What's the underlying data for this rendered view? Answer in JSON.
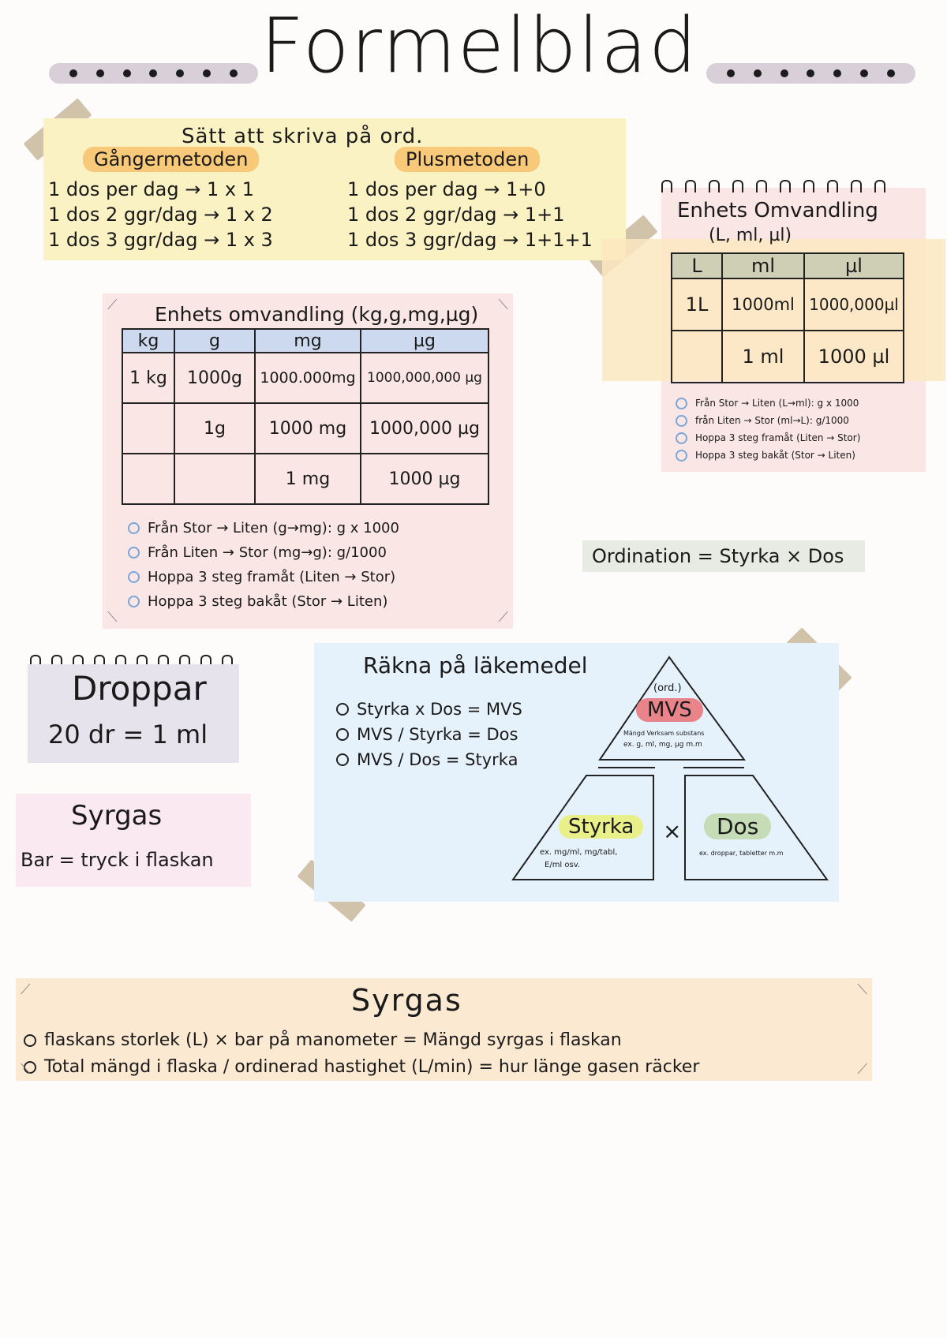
{
  "title": "Formelblad",
  "skriva": {
    "heading": "Sätt att skriva på ord.",
    "left_title": "Gångermetoden",
    "right_title": "Plusmetoden",
    "left_lines": [
      "1 dos per dag → 1 x 1",
      "1 dos 2 ggr/dag → 1 x 2",
      "1 dos 3 ggr/dag → 1 x 3"
    ],
    "right_lines": [
      "1 dos per dag → 1+0",
      "1 dos 2 ggr/dag → 1+1",
      "1 dos 3 ggr/dag → 1+1+1"
    ]
  },
  "mass": {
    "heading": "Enhets omvandling (kg,g,mg,µg)",
    "headers": [
      "kg",
      "g",
      "mg",
      "µg"
    ],
    "rows": [
      [
        "1 kg",
        "1000g",
        "1000.000mg",
        "1000,000,000 µg"
      ],
      [
        "",
        "1g",
        "1000 mg",
        "1000,000 µg"
      ],
      [
        "",
        "",
        "1 mg",
        "1000 µg"
      ]
    ],
    "bullets": [
      "Från Stor → Liten (g→mg): g x 1000",
      "Från Liten → Stor (mg→g): g/1000",
      "Hoppa 3 steg framåt (Liten → Stor)",
      "Hoppa 3 steg bakåt (Stor → Liten)"
    ]
  },
  "volume": {
    "heading": "Enhets Omvandling",
    "subheading": "(L, ml, µl)",
    "headers": [
      "L",
      "ml",
      "µl"
    ],
    "rows": [
      [
        "1L",
        "1000ml",
        "1000,000µl"
      ],
      [
        "",
        "1 ml",
        "1000 µl"
      ]
    ],
    "bullets": [
      "Från Stor → Liten (L→ml): g x 1000",
      "från Liten → Stor (ml→L): g/1000",
      "Hoppa 3 steg framåt (Liten → Stor)",
      "Hoppa 3 steg bakåt (Stor → Liten)"
    ]
  },
  "ordination": {
    "text": "Ordination = Styrka × Dos"
  },
  "droppar": {
    "title": "Droppar",
    "formula": "20 dr = 1 ml"
  },
  "syrgas_small": {
    "title": "Syrgas",
    "formula": "Bar = tryck i flaskan"
  },
  "rakna": {
    "heading": "Räkna på läkemedel",
    "bullets": [
      "Styrka x Dos = MVS",
      "MVS / Styrka = Dos",
      "MVS / Dos = Styrka"
    ],
    "triangle": {
      "top_note": "(ord.)",
      "top_label": "MVS",
      "top_sub1": "Mängd Verksam substans",
      "top_sub2": "ex. g, ml, mg, µg m.m",
      "left_label": "Styrka",
      "left_sub1": "ex. mg/ml, mg/tabl,",
      "left_sub2": "E/ml osv.",
      "times": "×",
      "right_label": "Dos",
      "right_sub": "ex. droppar, tabletter m.m"
    }
  },
  "syrgas_big": {
    "title": "Syrgas",
    "lines": [
      "flaskans storlek (L) × bar på manometer = Mängd syrgas i flaskan",
      "Total mängd i flaska / ordinerad hastighet (L/min) = hur länge gasen räcker"
    ]
  },
  "colors": {
    "yellow": "#fbf2c4",
    "pink": "#fbe6e6",
    "blue": "#e6f2fb",
    "lavender": "#e6e3ec",
    "peach": "#fbe9d1",
    "table_head": "#cdd9ee",
    "vol_head": "#cfcfb6",
    "mvs": "#e9848a",
    "styrka": "#e9f08a",
    "dos": "#c6dcb6",
    "orange_pill": "#f7c978"
  }
}
